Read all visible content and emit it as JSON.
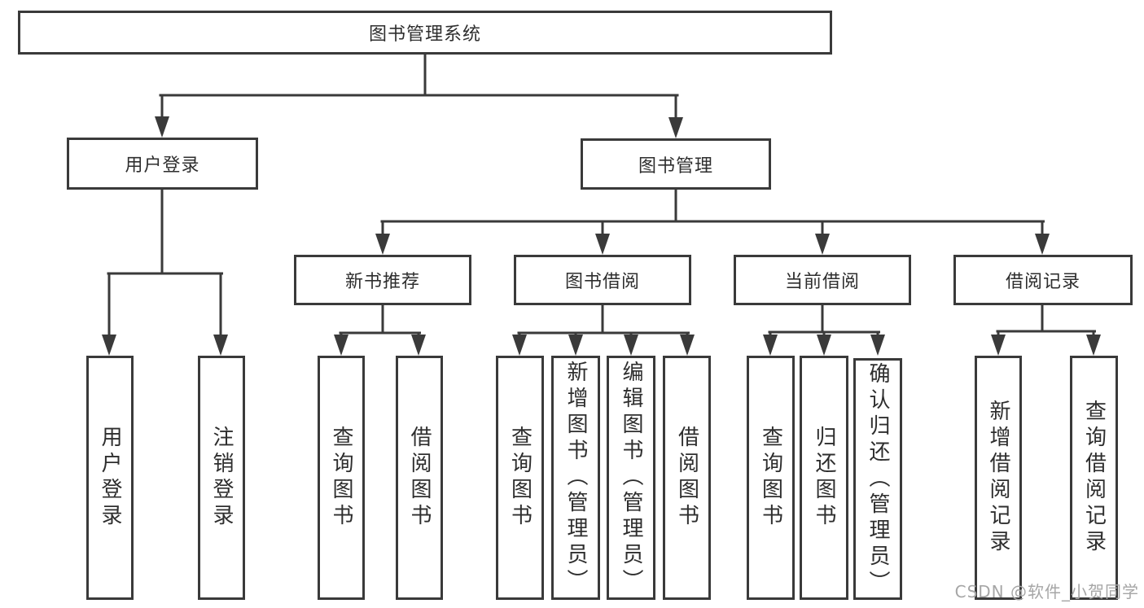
{
  "diagram": {
    "root": "图书管理系统",
    "children": [
      {
        "label": "用户登录",
        "children": [
          "用户登录",
          "注销登录"
        ]
      },
      {
        "label": "图书管理",
        "children": [
          {
            "label": "新书推荐",
            "children": [
              "查询图书",
              "借阅图书"
            ]
          },
          {
            "label": "图书借阅",
            "children": [
              "查询图书",
              "新增图书（管理员）",
              "编辑图书（管理员）",
              "借阅图书"
            ]
          },
          {
            "label": "当前借阅",
            "children": [
              "查询图书",
              "归还图书",
              "确认归还（管理员）"
            ]
          },
          {
            "label": "借阅记录",
            "children": [
              "新增借阅记录",
              "查询借阅记录"
            ]
          }
        ]
      }
    ]
  },
  "watermark": "CSDN @软件_小贺同学",
  "colors": {
    "line": "#3a3a3a",
    "text": "#2e2e2e",
    "background": "#ffffff",
    "watermark": "#a6a6a6"
  }
}
